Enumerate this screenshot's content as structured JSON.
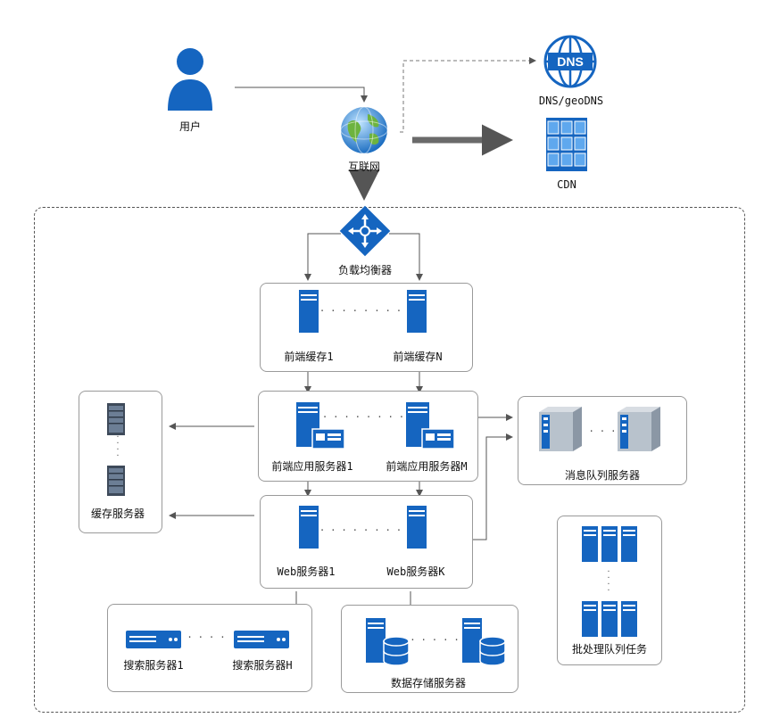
{
  "nodes": {
    "user": "用户",
    "internet": "互联网",
    "dns": "DNS/geoDNS",
    "dns_icon_text": "DNS",
    "cdn": "CDN",
    "lb": "负载均衡器",
    "cache1": "前端缓存1",
    "cacheN": "前端缓存N",
    "app1": "前端应用服务器1",
    "appM": "前端应用服务器M",
    "cache_srv": "缓存服务器",
    "mq": "消息队列服务器",
    "web1": "Web服务器1",
    "webK": "Web服务器K",
    "search1": "搜索服务器1",
    "searchH": "搜索服务器H",
    "storage": "数据存储服务器",
    "batch": "批处理队列任务"
  },
  "colors": {
    "blue": "#1565c0",
    "light_blue": "#42a5f5",
    "gray_arrow": "#5a5a5a",
    "border": "#9a9a9a"
  }
}
